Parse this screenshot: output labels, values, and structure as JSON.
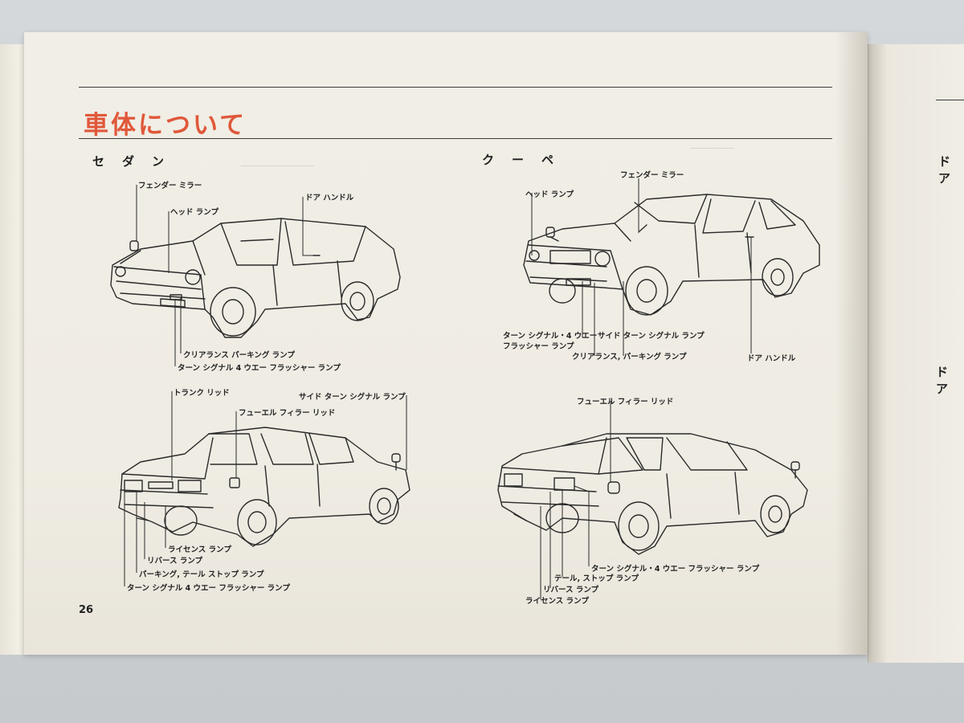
{
  "page": {
    "title": "車体について",
    "page_number": "26"
  },
  "sedan": {
    "label": "セダン",
    "front_callouts": {
      "fender_mirror": "フェンダー ミラー",
      "head_lamp": "ヘッド ランプ",
      "door_handle": "ドア ハンドル",
      "clearance_parking": "クリアランス パーキング ランプ",
      "turn_signal": "ターン シグナル 4 ウエー フラッシャー ランプ"
    },
    "rear_callouts": {
      "trunk_lid": "トランク リッド",
      "side_turn": "サイド ターン シグナル ランプ",
      "fuel_filler": "フューエル フィラー リッド",
      "license": "ライセンス ランプ",
      "reverse": "リバース ランプ",
      "parking_tail": "パーキング, テール ストップ ランプ",
      "turn_signal": "ターン シグナル 4 ウエー フラッシャー ランプ"
    }
  },
  "coupe": {
    "label": "クーペ",
    "front_callouts": {
      "fender_mirror": "フェンダー ミラー",
      "head_lamp": "ヘッド ランプ",
      "turn_signal_a": "ターン シグナル・4 ウエー",
      "turn_signal_b": "フラッシャー ランプ",
      "side_turn": "サイド ターン シグナル ランプ",
      "clearance_parking": "クリアランス, パーキング ランプ",
      "door_handle": "ドア ハンドル"
    },
    "rear_callouts": {
      "fuel_filler": "フューエル フィラー リッド",
      "turn_signal": "ターン シグナル・4 ウエー フラッシャー ランプ",
      "tail_stop": "テール, ストップ ランプ",
      "reverse": "リバース ランプ",
      "license": "ライセンス ランプ"
    }
  },
  "next_page": {
    "heading_1": "ドア",
    "heading_2": "ドア"
  },
  "colors": {
    "title_accent": "#e0583a",
    "paper": "#efece3",
    "ink": "#222222"
  }
}
